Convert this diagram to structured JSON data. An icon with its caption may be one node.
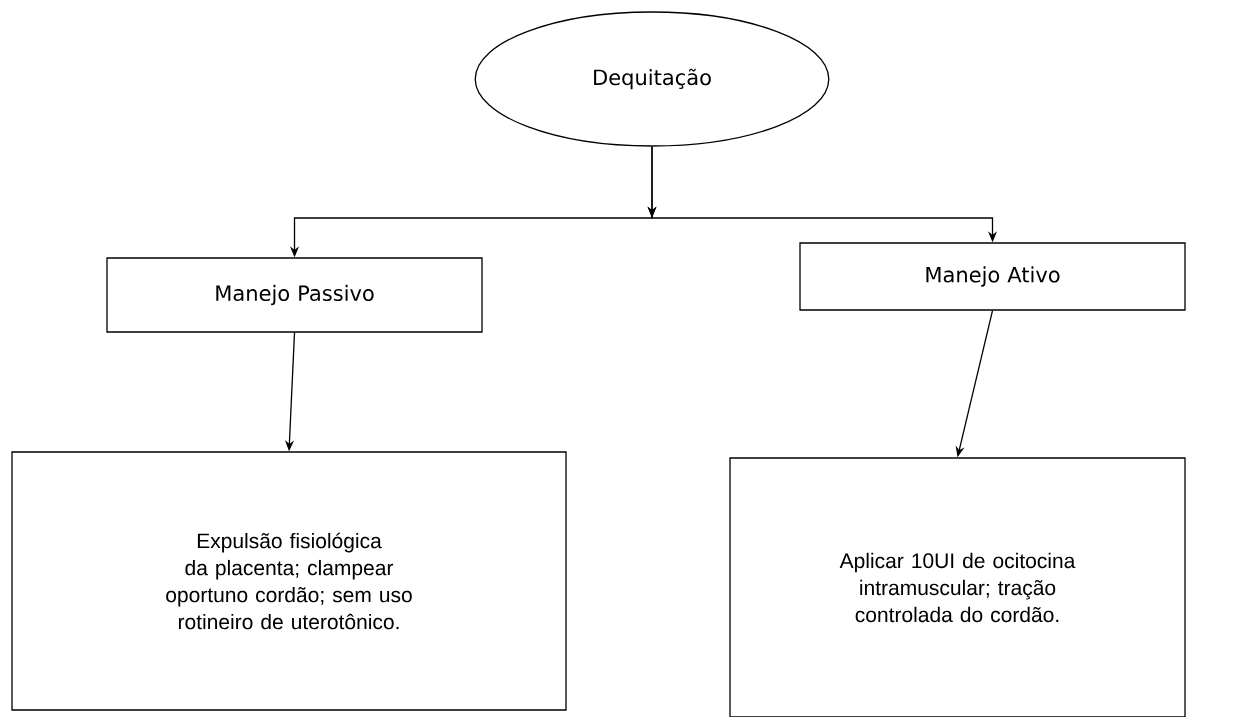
{
  "diagram": {
    "nodes": [
      {
        "text": [
          "Dequitação"
        ]
      },
      {
        "text": [
          "Manejo Passivo"
        ]
      },
      {
        "text": [
          "Manejo Ativo"
        ]
      },
      {
        "text": [
          "Expulsão fisiológica da placenta; clampear oportuno cordão; sem uso rotineiro de uterotônico."
        ]
      },
      {
        "text": [
          "Aplicar 10UI de ocitocina intramuscular; tração controlada do cordão."
        ]
      }
    ],
    "edges": [
      {
        "from": 0,
        "to": 1,
        "arrow": "to"
      },
      {
        "from": 0,
        "to": 2,
        "arrow": "to"
      },
      {
        "from": 1,
        "to": 3,
        "arrow": "to"
      },
      {
        "from": 2,
        "to": 4,
        "arrow": "to"
      }
    ]
  }
}
